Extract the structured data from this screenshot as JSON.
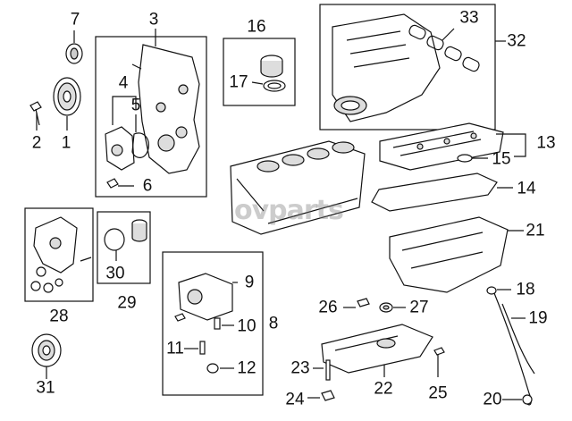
{
  "watermark": "ovparts",
  "callouts": [
    "1",
    "2",
    "3",
    "4",
    "5",
    "6",
    "7",
    "8",
    "9",
    "10",
    "11",
    "12",
    "13",
    "14",
    "15",
    "16",
    "17",
    "18",
    "19",
    "20",
    "21",
    "22",
    "23",
    "24",
    "25",
    "26",
    "27",
    "28",
    "29",
    "30",
    "31",
    "32",
    "33"
  ],
  "colors": {
    "line": "#111111",
    "part_fill": "#ffffff",
    "part_shade": "#d6d6d6"
  }
}
